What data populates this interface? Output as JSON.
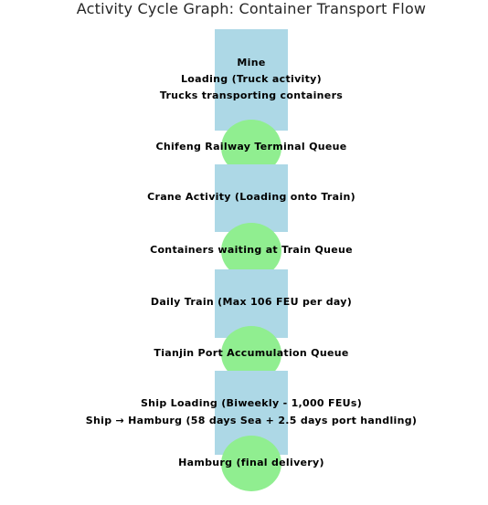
{
  "title": "Activity Cycle Graph: Container Transport Flow",
  "colors": {
    "activity": "#add8e6",
    "queue": "#90ee90",
    "text": "#000000"
  },
  "nodes": {
    "mine": {
      "type": "activity",
      "lines": [
        "Mine",
        "Loading (Truck activity)",
        "Trucks transporting containers"
      ]
    },
    "chifeng_queue": {
      "type": "queue",
      "label": "Chifeng Railway Terminal Queue"
    },
    "crane": {
      "type": "activity",
      "label": "Crane Activity (Loading onto Train)"
    },
    "train_queue": {
      "type": "queue",
      "label": "Containers waiting at Train Queue"
    },
    "daily_train": {
      "type": "activity",
      "label": "Daily Train (Max 106 FEU per day)"
    },
    "tianjin_queue": {
      "type": "queue",
      "label": "Tianjin Port Accumulation Queue"
    },
    "ship": {
      "type": "activity",
      "lines": [
        "Ship Loading (Biweekly - 1,000 FEUs)",
        "Ship → Hamburg (58 days Sea + 2.5 days port handling)"
      ]
    },
    "hamburg": {
      "type": "queue",
      "label": "Hamburg (final delivery)"
    }
  }
}
